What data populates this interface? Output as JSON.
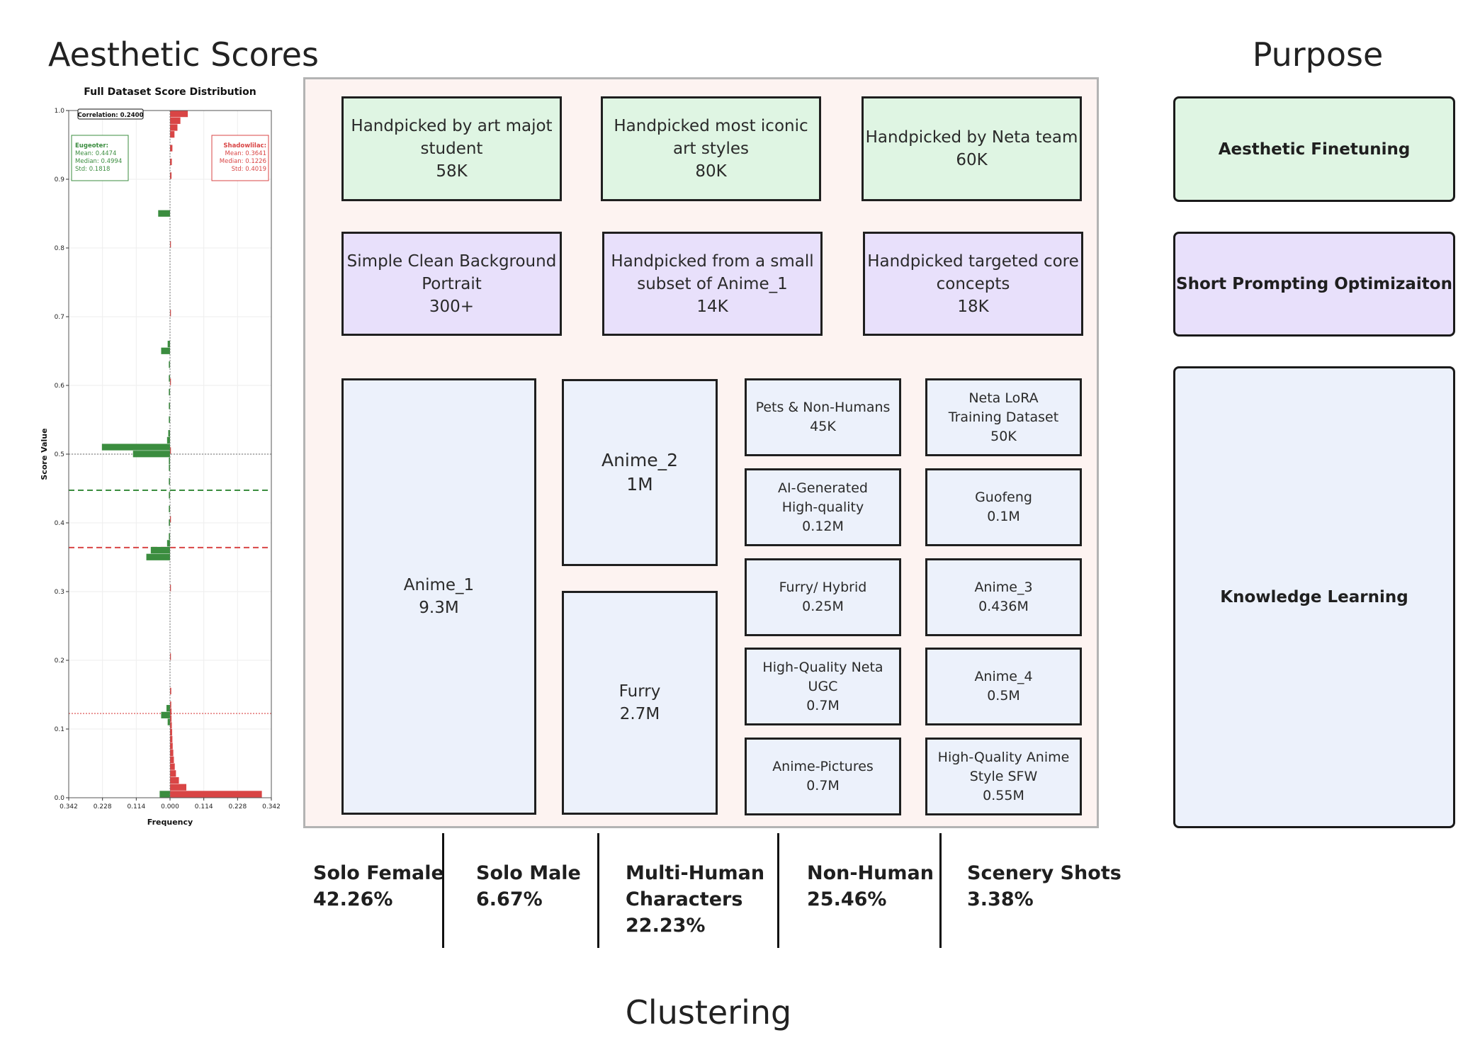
{
  "titles": {
    "aesthetic": "Aesthetic Scores",
    "purpose": "Purpose",
    "clustering": "Clustering"
  },
  "curated_rows": [
    {
      "color": "green",
      "boxes": [
        {
          "lines": [
            "Handpicked by art majot",
            "student",
            "58K"
          ]
        },
        {
          "lines": [
            "Handpicked most iconic",
            "art styles",
            "80K"
          ]
        },
        {
          "lines": [
            "Handpicked by Neta team",
            "60K"
          ]
        }
      ]
    },
    {
      "color": "purple",
      "boxes": [
        {
          "lines": [
            "Simple Clean Background",
            "Portrait",
            "300+"
          ]
        },
        {
          "lines": [
            "Handpicked from a small",
            "subset of Anime_1",
            "14K"
          ]
        },
        {
          "lines": [
            "Handpicked targeted core",
            "concepts",
            "18K"
          ]
        }
      ]
    }
  ],
  "clusters": {
    "anime_1": {
      "name": "Anime_1",
      "size": "9.3M"
    },
    "anime_2": {
      "name": "Anime_2",
      "size": "1M"
    },
    "furry": {
      "name": "Furry",
      "size": "2.7M"
    },
    "small_col1": [
      {
        "lines": [
          "Pets & Non-Humans",
          "45K"
        ]
      },
      {
        "lines": [
          "AI-Generated",
          "High-quality",
          "0.12M"
        ]
      },
      {
        "lines": [
          "Furry/ Hybrid",
          "0.25M"
        ]
      },
      {
        "lines": [
          "High-Quality Neta UGC",
          "0.7M"
        ]
      },
      {
        "lines": [
          "Anime-Pictures",
          "0.7M"
        ]
      }
    ],
    "small_col2": [
      {
        "lines": [
          "Neta LoRA",
          "Training Dataset",
          "50K"
        ]
      },
      {
        "lines": [
          "Guofeng",
          "0.1M"
        ]
      },
      {
        "lines": [
          "Anime_3",
          "0.436M"
        ]
      },
      {
        "lines": [
          "Anime_4",
          "0.5M"
        ]
      },
      {
        "lines": [
          "High-Quality Anime",
          "Style SFW",
          "0.55M"
        ]
      }
    ]
  },
  "categories": [
    {
      "name_lines": [
        "Solo Female"
      ],
      "pct": "42.26%"
    },
    {
      "name_lines": [
        "Solo Male"
      ],
      "pct": "6.67%"
    },
    {
      "name_lines": [
        "Multi-Human",
        "Characters"
      ],
      "pct": "22.23%"
    },
    {
      "name_lines": [
        "Non-Human"
      ],
      "pct": "25.46%"
    },
    {
      "name_lines": [
        "Scenery Shots"
      ],
      "pct": "3.38%"
    }
  ],
  "purposes": [
    {
      "label": "Aesthetic Finetuning",
      "color": "#dff5e3"
    },
    {
      "label": "Short Prompting Optimizaiton",
      "color": "#e8e0fb"
    },
    {
      "label": "Knowledge Learning",
      "color": "#ecf1fb"
    }
  ],
  "colors": {
    "eugeoter": "#3b8d3f",
    "shadowlilac": "#d94545",
    "green_fill": "#dff5e3",
    "purple_fill": "#e8e0fb",
    "blue_fill": "#ecf1fb",
    "frame_fill": "#fdf3f1"
  },
  "chart_data": {
    "type": "histogram",
    "orientation": "horizontal-back-to-back",
    "title": "Full Dataset Score Distribution",
    "xlabel": "Frequency",
    "ylabel": "Score Value",
    "ylim": [
      0,
      1.0
    ],
    "xlim": [
      -0.342,
      0.342
    ],
    "yticks": [
      "0.0",
      "0.1",
      "0.2",
      "0.3",
      "0.4",
      "0.5",
      "0.6",
      "0.7",
      "0.8",
      "0.9",
      "1.0"
    ],
    "xticks": [
      "0.342",
      "0.228",
      "0.114",
      "0.000",
      "0.114",
      "0.228",
      "0.342"
    ],
    "correlation": "Correlation: 0.2400",
    "grid": true,
    "series": [
      {
        "name": "Eugeoter",
        "side": "left",
        "stats": [
          "Eugeoter:",
          "Mean: 0.4474",
          "Median: 0.4994",
          "Std: 0.1818"
        ],
        "mean": 0.4474,
        "bins": [
          {
            "y": 0.0,
            "v": 0.035
          },
          {
            "y": 0.105,
            "v": 0.008
          },
          {
            "y": 0.115,
            "v": 0.03
          },
          {
            "y": 0.125,
            "v": 0.012
          },
          {
            "y": 0.345,
            "v": 0.08
          },
          {
            "y": 0.355,
            "v": 0.065
          },
          {
            "y": 0.365,
            "v": 0.01
          },
          {
            "y": 0.375,
            "v": 0.004
          },
          {
            "y": 0.395,
            "v": 0.004
          },
          {
            "y": 0.415,
            "v": 0.004
          },
          {
            "y": 0.435,
            "v": 0.004
          },
          {
            "y": 0.455,
            "v": 0.004
          },
          {
            "y": 0.475,
            "v": 0.004
          },
          {
            "y": 0.485,
            "v": 0.004
          },
          {
            "y": 0.495,
            "v": 0.125
          },
          {
            "y": 0.505,
            "v": 0.23
          },
          {
            "y": 0.515,
            "v": 0.01
          },
          {
            "y": 0.525,
            "v": 0.006
          },
          {
            "y": 0.545,
            "v": 0.004
          },
          {
            "y": 0.565,
            "v": 0.004
          },
          {
            "y": 0.585,
            "v": 0.004
          },
          {
            "y": 0.605,
            "v": 0.004
          },
          {
            "y": 0.625,
            "v": 0.004
          },
          {
            "y": 0.645,
            "v": 0.03
          },
          {
            "y": 0.655,
            "v": 0.008
          },
          {
            "y": 0.845,
            "v": 0.04
          }
        ]
      },
      {
        "name": "Shadowlilac",
        "side": "right",
        "stats": [
          "Shadowlilac:",
          "Mean: 0.3641",
          "Median: 0.1226",
          "Std: 0.4019"
        ],
        "mean": 0.3641,
        "bins": [
          {
            "y": 0.0,
            "v": 0.31
          },
          {
            "y": 0.01,
            "v": 0.055
          },
          {
            "y": 0.02,
            "v": 0.03
          },
          {
            "y": 0.03,
            "v": 0.02
          },
          {
            "y": 0.04,
            "v": 0.016
          },
          {
            "y": 0.05,
            "v": 0.013
          },
          {
            "y": 0.06,
            "v": 0.011
          },
          {
            "y": 0.07,
            "v": 0.009
          },
          {
            "y": 0.08,
            "v": 0.008
          },
          {
            "y": 0.09,
            "v": 0.007
          },
          {
            "y": 0.1,
            "v": 0.006
          },
          {
            "y": 0.11,
            "v": 0.005
          },
          {
            "y": 0.12,
            "v": 0.005
          },
          {
            "y": 0.13,
            "v": 0.004
          },
          {
            "y": 0.15,
            "v": 0.004
          },
          {
            "y": 0.2,
            "v": 0.003
          },
          {
            "y": 0.3,
            "v": 0.003
          },
          {
            "y": 0.4,
            "v": 0.003
          },
          {
            "y": 0.5,
            "v": 0.003
          },
          {
            "y": 0.6,
            "v": 0.003
          },
          {
            "y": 0.7,
            "v": 0.003
          },
          {
            "y": 0.8,
            "v": 0.003
          },
          {
            "y": 0.9,
            "v": 0.005
          },
          {
            "y": 0.92,
            "v": 0.006
          },
          {
            "y": 0.94,
            "v": 0.008
          },
          {
            "y": 0.96,
            "v": 0.015
          },
          {
            "y": 0.97,
            "v": 0.025
          },
          {
            "y": 0.98,
            "v": 0.035
          },
          {
            "y": 0.99,
            "v": 0.06
          }
        ]
      }
    ],
    "reference_lines": [
      {
        "y": 0.5,
        "color": "#888888",
        "style": "dotted"
      },
      {
        "y": 0.4474,
        "color": "#3b8d3f",
        "style": "dashed"
      },
      {
        "y": 0.3641,
        "color": "#d94545",
        "style": "dashed"
      },
      {
        "y": 0.1226,
        "color": "#d94545",
        "style": "dotted"
      }
    ]
  }
}
